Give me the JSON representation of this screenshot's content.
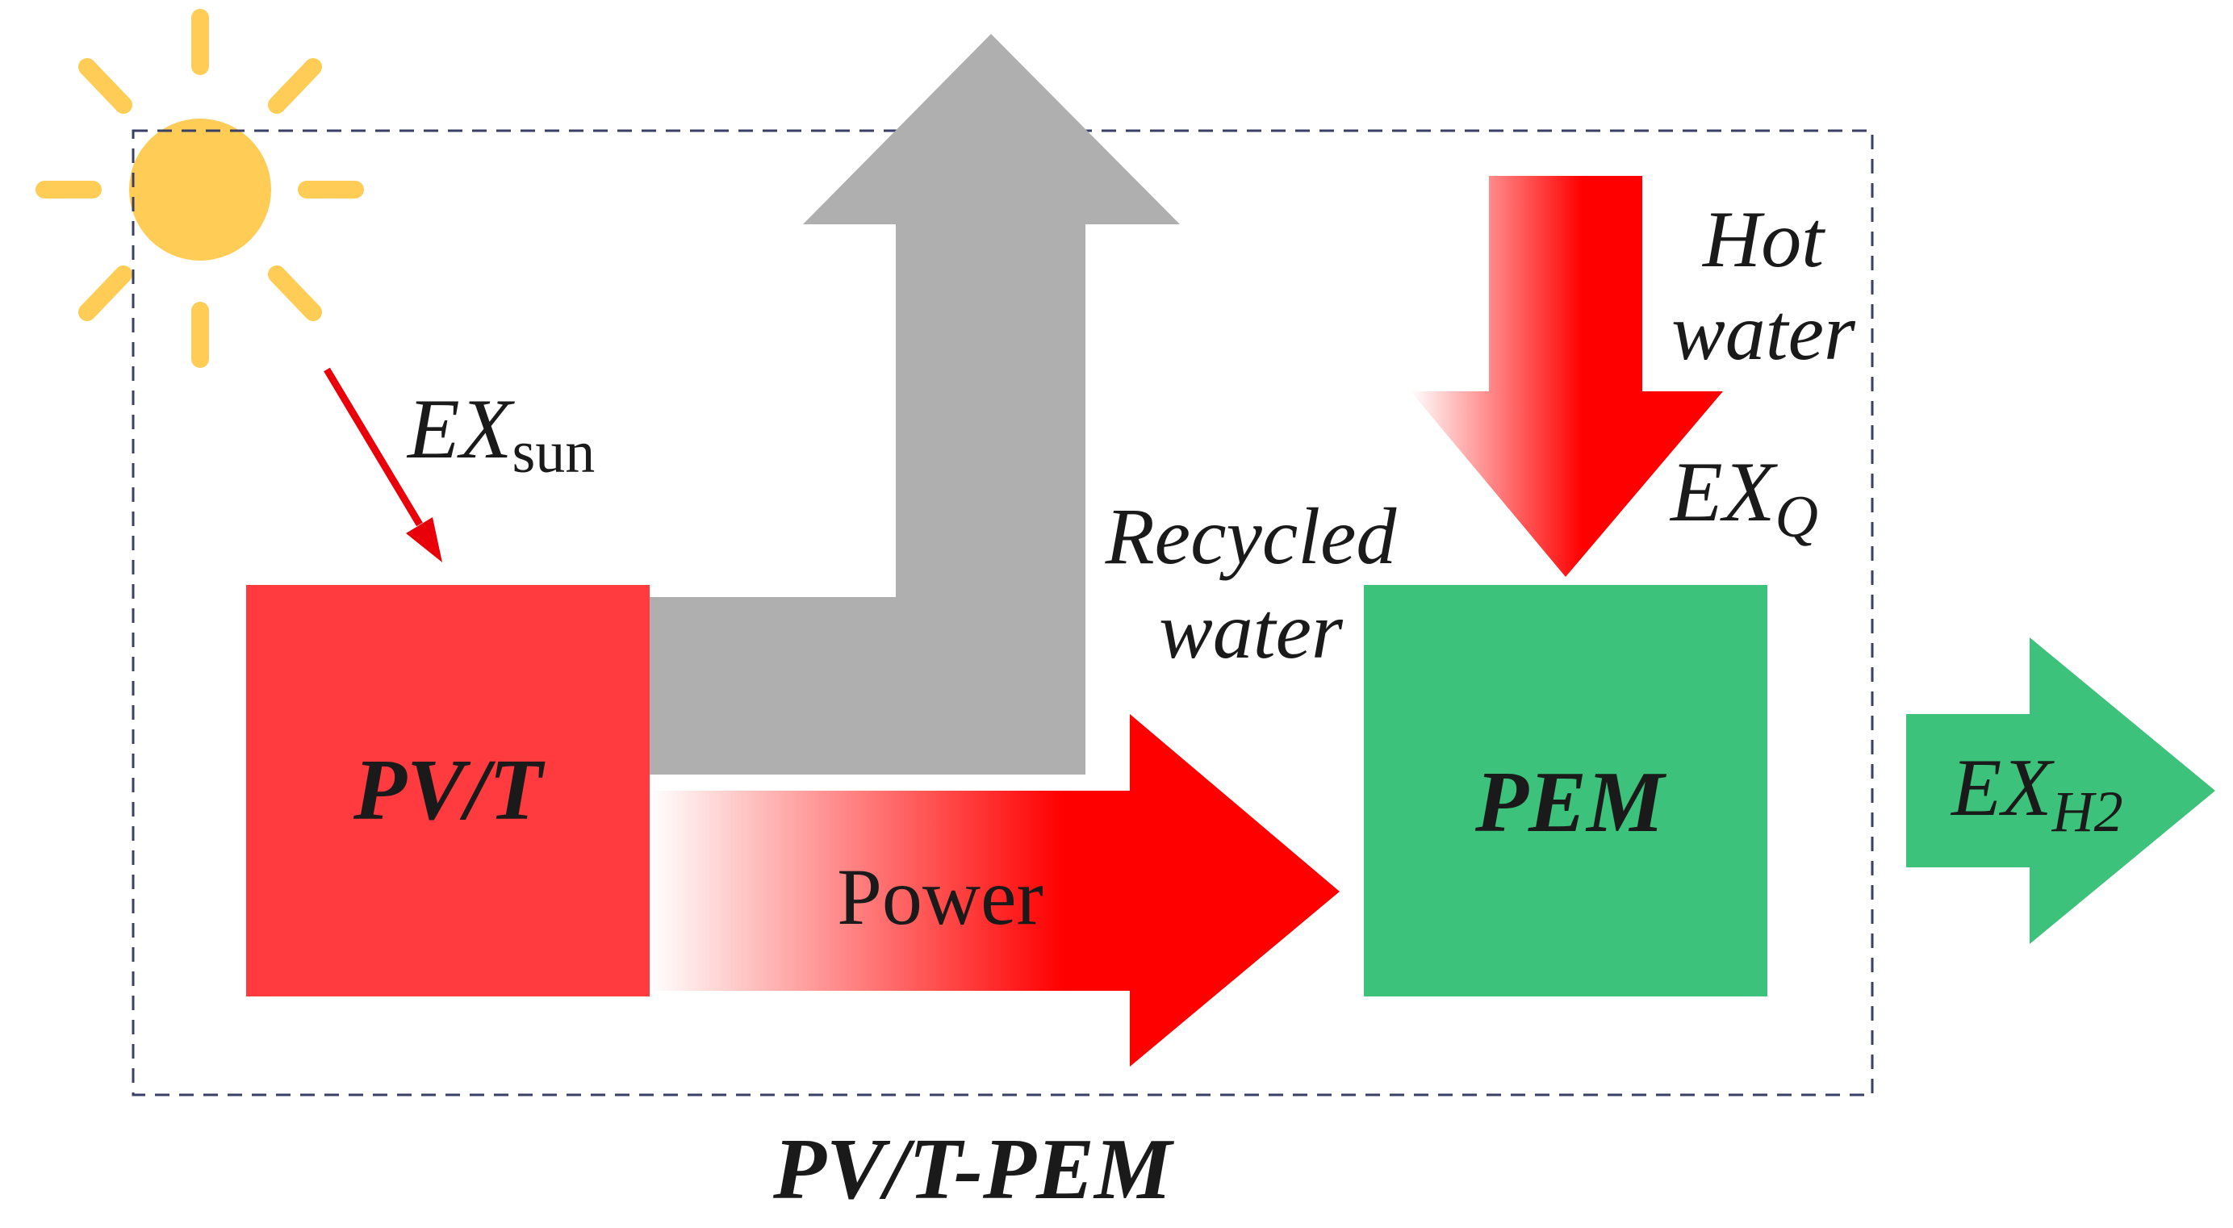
{
  "diagram": {
    "system_title": "PV/T-PEM",
    "pvt_label": "PV/T",
    "pem_label": "PEM",
    "power_label": "Power",
    "recycled_water_line1": "Recycled",
    "recycled_water_line2": "water",
    "hot_water_line1": "Hot",
    "hot_water_line2": "water",
    "ex_sun": {
      "main": "EX",
      "sub": "sun"
    },
    "ex_q": {
      "main": "EX",
      "sub": "Q"
    },
    "ex_h2": {
      "main": "EX",
      "sub": "H2"
    }
  },
  "colors": {
    "sun": "#FFCC55",
    "pvt_block": "#FF3B3F",
    "pem_block": "#3CC27A",
    "recycled_arrow": "#AFAFAF",
    "power_arrow": "#FF0000",
    "hot_water_arrow": "#FF0000",
    "ex_sun_arrow": "#E8000B",
    "output_arrow": "#3CC27A",
    "boundary": "#3A3F66",
    "text": "#1A1A1A"
  }
}
